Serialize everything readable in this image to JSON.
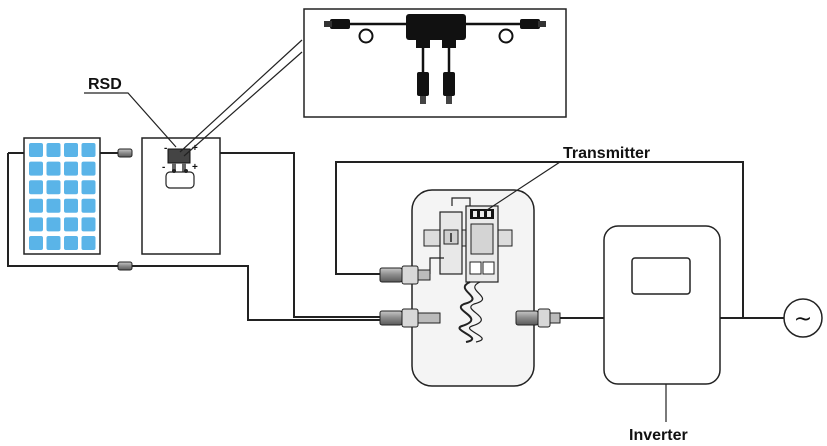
{
  "labels": {
    "rsd": "RSD",
    "transmitter": "Transmitter",
    "inverter": "Inverter",
    "ac_symbol": "~",
    "rsd_minus_top": "-",
    "rsd_plus_top": "+",
    "rsd_minus_bottom": "-",
    "rsd_plus_bottom": "+"
  },
  "colors": {
    "panel_cell": "#5ab4e8",
    "panel_cell_highlight": "#8fd0f5",
    "line": "#222222",
    "enclosure": "#f2f2f2",
    "connector": "#8a8a8a",
    "connector_dark": "#111111"
  },
  "icons": {
    "solar_panel": "solar-panel-icon",
    "rsd": "rapid-shutdown-device-icon",
    "transmitter": "din-rail-transmitter-icon",
    "inverter": "inverter-icon",
    "ac_source": "ac-sine-icon",
    "connector": "mc4-connector-icon",
    "current_coil": "coil-icon"
  }
}
